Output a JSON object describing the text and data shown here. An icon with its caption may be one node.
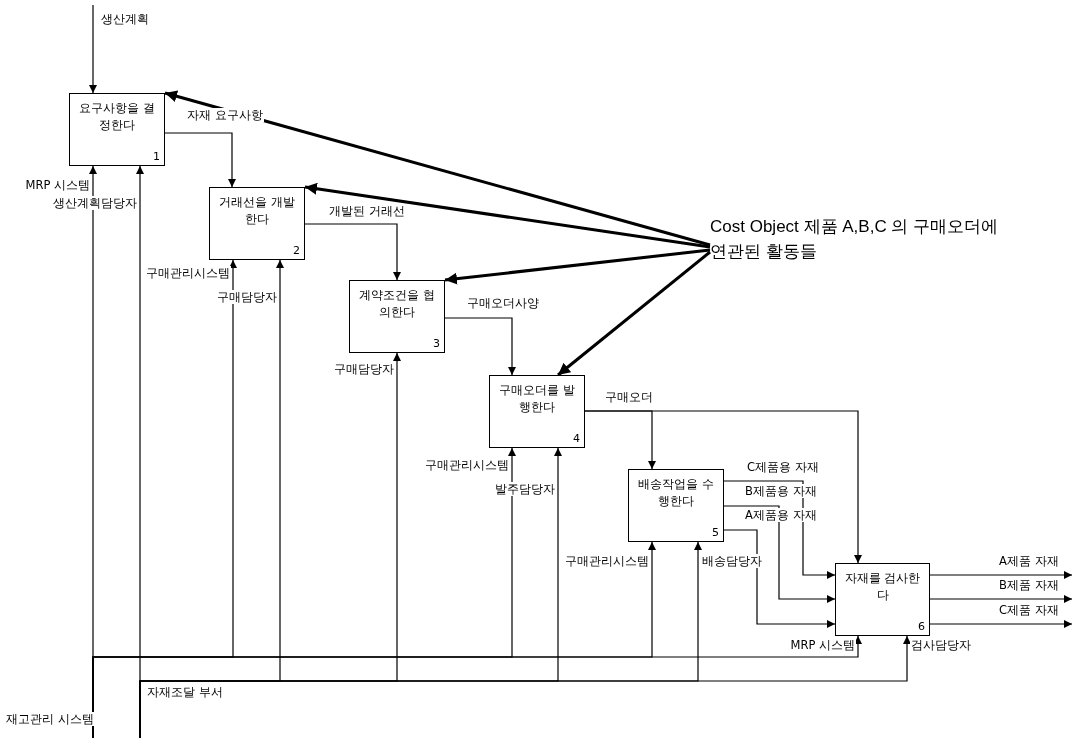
{
  "diagram": {
    "nodes": [
      {
        "text": [
          "요구사항을 결정한다",
          "1"
        ]
      },
      {
        "text": [
          "거래선을 개발한다",
          "2"
        ]
      },
      {
        "text": [
          "계약조건을 협의한다",
          "3"
        ]
      },
      {
        "text": [
          "구매오더를 발행한다",
          "4"
        ]
      },
      {
        "text": [
          "배송작업을 수행한다",
          "5"
        ]
      },
      {
        "text": [
          "자재를 검사한다",
          "6"
        ]
      },
      {
        "text": [
          "Cost Object 제품 A,B,C 의 구매오더에 연관된  활동들"
        ]
      }
    ],
    "edges": [
      {
        "from": null,
        "to": 0,
        "arrow": "to",
        "label": "생산계획"
      },
      {
        "from": 0,
        "to": 1,
        "arrow": "to",
        "label": "자재 요구사항"
      },
      {
        "from": 1,
        "to": 2,
        "arrow": "to",
        "label": "개발된 거래선"
      },
      {
        "from": 2,
        "to": 3,
        "arrow": "to",
        "label": "구매오더사양"
      },
      {
        "from": 3,
        "to": 4,
        "arrow": "to",
        "label": "구매오더"
      },
      {
        "from": 3,
        "to": 5,
        "arrow": "to"
      },
      {
        "from": 4,
        "to": 5,
        "arrow": "to",
        "label": "C제품용 자재"
      },
      {
        "from": 4,
        "to": 5,
        "arrow": "to",
        "label": "B제품용 자재"
      },
      {
        "from": 4,
        "to": 5,
        "arrow": "to",
        "label": "A제품용 자재"
      },
      {
        "from": 5,
        "to": null,
        "arrow": "to",
        "label": "A제품 자재"
      },
      {
        "from": 5,
        "to": null,
        "arrow": "to",
        "label": "B제품 자재"
      },
      {
        "from": 5,
        "to": null,
        "arrow": "to",
        "label": "C제품 자재"
      },
      {
        "from": null,
        "to": 0,
        "arrow": "to",
        "label": "MRP 시스템"
      },
      {
        "from": null,
        "to": 0,
        "arrow": "to",
        "label": "생산계획담당자"
      },
      {
        "from": null,
        "to": 1,
        "arrow": "to",
        "label": "구매관리시스템"
      },
      {
        "from": null,
        "to": 1,
        "arrow": "to",
        "label": "구매담당자"
      },
      {
        "from": null,
        "to": 2,
        "arrow": "to",
        "label": "구매담당자"
      },
      {
        "from": null,
        "to": 3,
        "arrow": "to",
        "label": "구매관리시스템"
      },
      {
        "from": null,
        "to": 3,
        "arrow": "to",
        "label": "발주담당자"
      },
      {
        "from": null,
        "to": 4,
        "arrow": "to",
        "label": "구매관리시스템"
      },
      {
        "from": null,
        "to": 4,
        "arrow": "to",
        "label": "배송담당자"
      },
      {
        "from": null,
        "to": 5,
        "arrow": "to",
        "label": "MRP 시스템"
      },
      {
        "from": null,
        "to": 5,
        "arrow": "to",
        "label": "검사담당자"
      },
      {
        "from": 6,
        "to": 0,
        "arrow": "to",
        "style": "thick"
      },
      {
        "from": 6,
        "to": 1,
        "arrow": "to",
        "style": "thick"
      },
      {
        "from": 6,
        "to": 2,
        "arrow": "to",
        "style": "thick"
      },
      {
        "from": 6,
        "to": 3,
        "arrow": "to",
        "style": "thick"
      }
    ],
    "labels": [
      "자재조달 부서",
      "재고관리 시스템"
    ]
  }
}
